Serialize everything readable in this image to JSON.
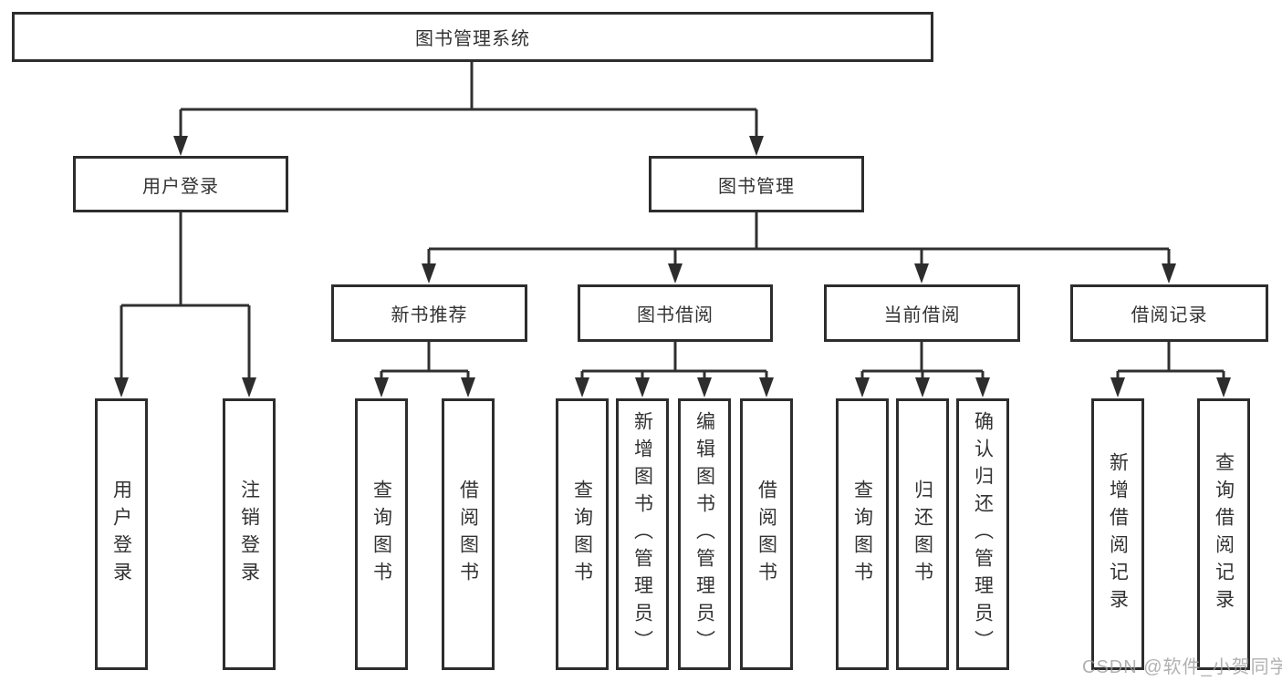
{
  "colors": {
    "line": "#303030",
    "box_border": "#2d2d2d",
    "text": "#333333",
    "watermark": "#9e9e9e",
    "background": "#ffffff"
  },
  "watermark": {
    "text": "CSDN @软件_小贺同学"
  },
  "tree": {
    "label": "图书管理系统",
    "children": [
      {
        "label": "用户登录",
        "children": [
          {
            "label": "用户登录"
          },
          {
            "label": "注销登录"
          }
        ]
      },
      {
        "label": "图书管理",
        "children": [
          {
            "label": "新书推荐",
            "children": [
              {
                "label": "查询图书"
              },
              {
                "label": "借阅图书"
              }
            ]
          },
          {
            "label": "图书借阅",
            "children": [
              {
                "label": "查询图书"
              },
              {
                "label": "新增图书（管理员）"
              },
              {
                "label": "编辑图书（管理员）"
              },
              {
                "label": "借阅图书"
              }
            ]
          },
          {
            "label": "当前借阅",
            "children": [
              {
                "label": "查询图书"
              },
              {
                "label": "归还图书"
              },
              {
                "label": "确认归还（管理员）"
              }
            ]
          },
          {
            "label": "借阅记录",
            "children": [
              {
                "label": "新增借阅记录"
              },
              {
                "label": "查询借阅记录"
              }
            ]
          }
        ]
      }
    ]
  }
}
